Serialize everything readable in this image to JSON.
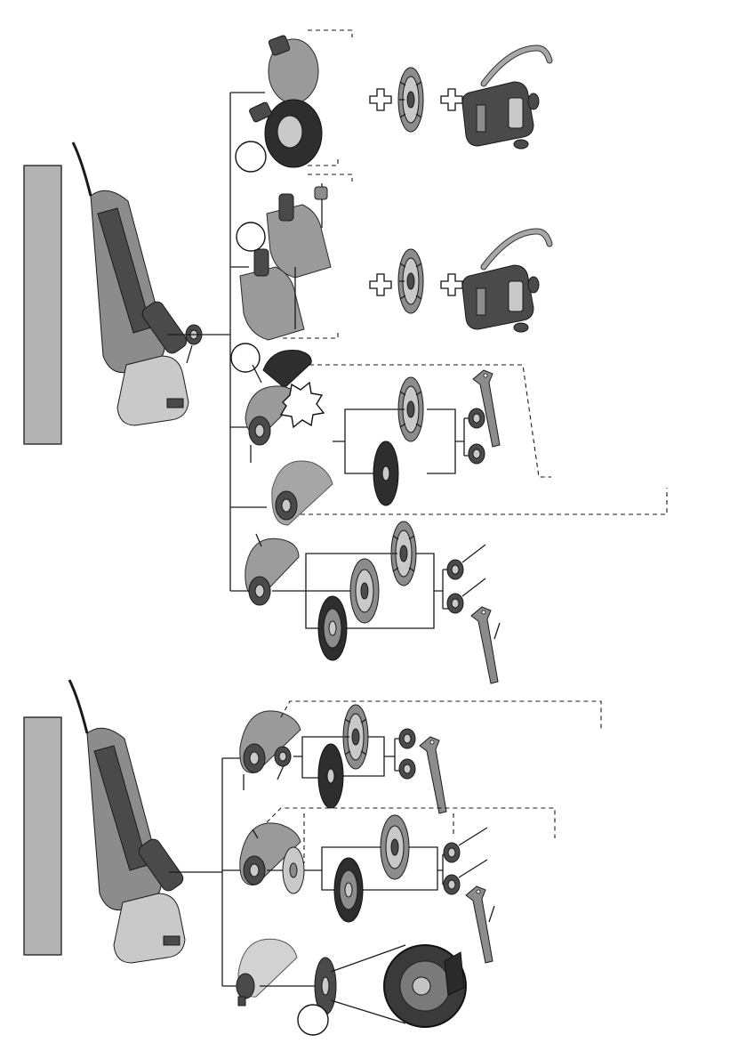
{
  "diagram": {
    "sections": [
      {
        "id": "upper",
        "panel_color": "#b3b3b3"
      },
      {
        "id": "lower",
        "panel_color": "#b3b3b3"
      }
    ],
    "markers": [
      {
        "id": "marker-1",
        "label": ""
      },
      {
        "id": "marker-2",
        "label": ""
      },
      {
        "id": "marker-3",
        "label": ""
      },
      {
        "id": "marker-4",
        "label": ""
      }
    ],
    "icons": [
      "angle-grinder-icon",
      "dust-guard-icon",
      "cutting-guard-icon",
      "diamond-disc-icon",
      "grinding-disc-icon",
      "flap-disc-icon",
      "flange-nut-icon",
      "pin-wrench-icon",
      "dust-extractor-icon",
      "plus-icon",
      "explosion-icon"
    ],
    "colors": {
      "line": "#1a1a1a",
      "metal": "#4a4a4a",
      "panel": "#b3b3b3"
    }
  }
}
